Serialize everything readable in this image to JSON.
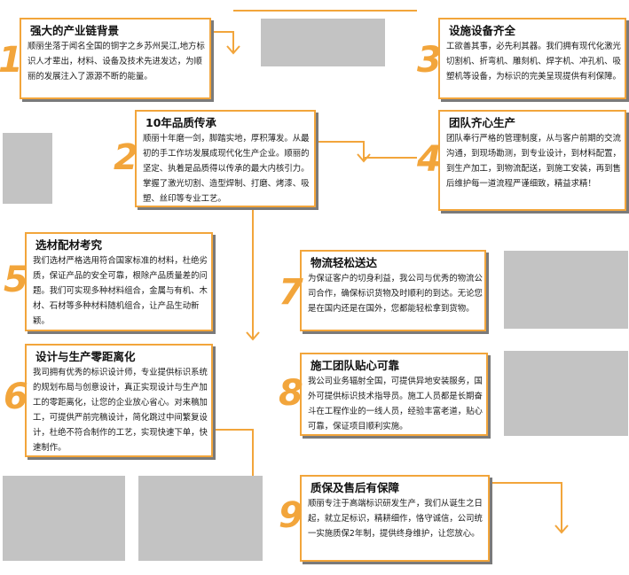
{
  "steps": [
    {
      "number": "1",
      "title": "强大的产业链背景",
      "text": "顺丽坐落于闻名全国的铜字之乡苏州吴江,地方标识人才辈出，材料、设备及技术先进发达，为顺丽的发展注入了源源不断的能量。"
    },
    {
      "number": "2",
      "title": "10年品质传承",
      "text": "顺丽十年磨一剑，脚踏实地，厚积薄发。从最初的手工作坊发展成现代化生产企业。顺丽的坚定、执着是品质得以传承的最大内核引力。掌握了激光切割、造型焊制、打磨、烤漆、吸塑、丝印等专业工艺。"
    },
    {
      "number": "3",
      "title": "设施设备齐全",
      "text": "工欲善其事，必先利其器。我们拥有现代化激光切割机、折弯机、雕刻机、焊字机、冲孔机、吸塑机等设备，为标识的完美呈现提供有利保障。"
    },
    {
      "number": "4",
      "title": "团队齐心生产",
      "text": "团队奉行严格的管理制度，从与客户前期的交流沟通，到现场勘测，到专业设计，到材料配置，到生产加工，到物流配送，到施工安装，再到售后维护每一道流程严谨细致，精益求精！"
    },
    {
      "number": "5",
      "title": "选材配材考究",
      "text": "我们选材严格选用符合国家标准的材料，杜绝劣质，保证产品的安全可靠，根除产品质量差的问题。我们可实现多种材料组合，金属与有机、木材、石材等多种材料随机组合，让产品生动新颖。"
    },
    {
      "number": "6",
      "title": "设计与生产零距离化",
      "text": "我司拥有优秀的标识设计师，专业提供标识系统的规划布局与创意设计，真正实现设计与生产加工的零距离化，让您的企业放心省心。对来稿加工，可提供严前完稿设计，简化跳过中间繁复设计，杜绝不符合制作的工艺，实现快速下单，快速制作。"
    },
    {
      "number": "7",
      "title": "物流轻松送达",
      "text": "为保证客户的切身利益，我公司与优秀的物流公司合作，确保标识货物及时顺利的到达。无论您是在国内还是在国外，您都能轻松拿到货物。"
    },
    {
      "number": "8",
      "title": "施工团队贴心可靠",
      "text": "我公司业务辐射全国，可提供异地安装服务，国外可提供标识技术指导员。施工人员都是长期奋斗在工程作业的一线人员，经验丰富老道，贴心可靠，保证项目顺利实施。"
    },
    {
      "number": "9",
      "title": "质保及售后有保障",
      "text": "顺丽专注于高端标识研发生产，我们从诞生之日起，就立足标识，精耕细作，恪守诚信，公司统一实施质保2年制，提供终身维护，让您放心。"
    }
  ],
  "colors": {
    "accent": "#f2a53b",
    "shadow": "#7a7a7a",
    "placeholder": "#c3c3c3"
  }
}
